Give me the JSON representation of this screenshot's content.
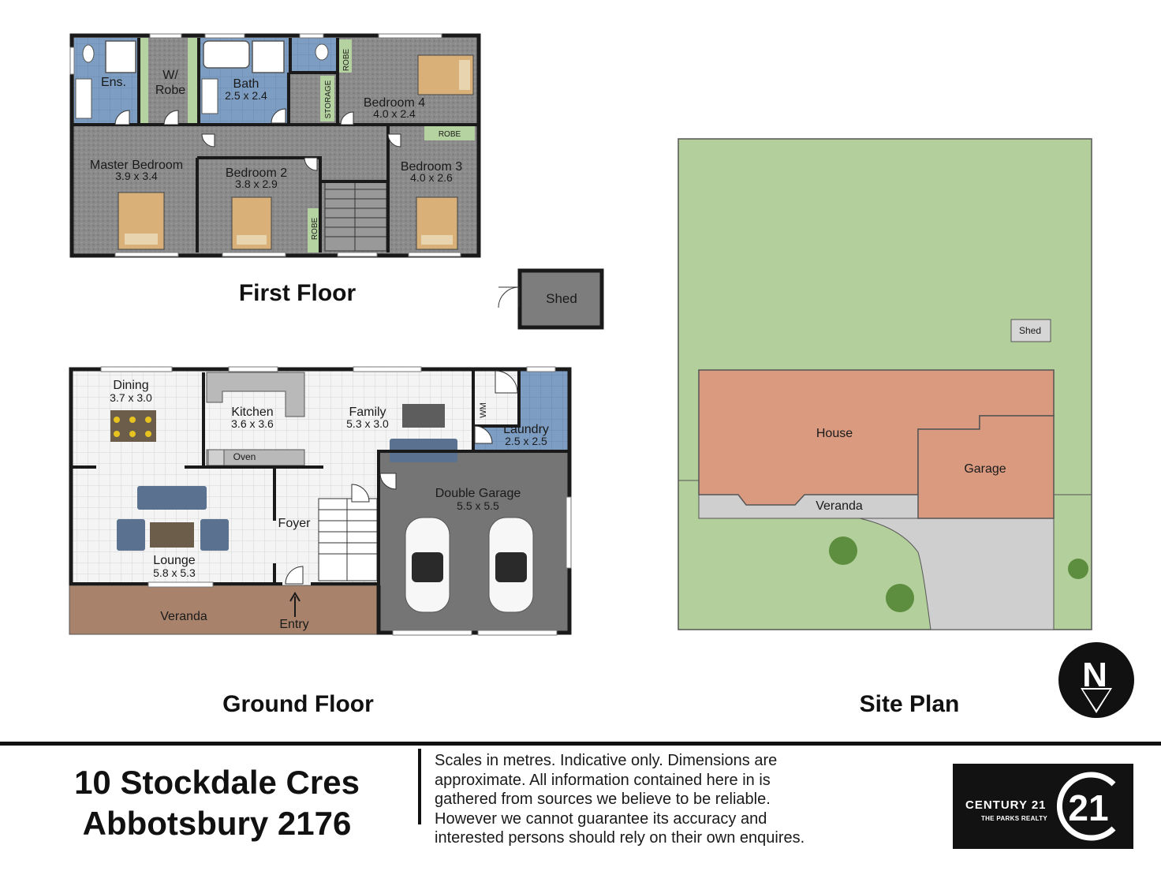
{
  "first_floor": {
    "heading": "First Floor",
    "rooms": {
      "ensuite": {
        "name": "Ens."
      },
      "walk_in_robe": {
        "name_line1": "W/",
        "name_line2": "Robe"
      },
      "bath": {
        "name": "Bath",
        "size": "2.5 x 2.4"
      },
      "bedroom4": {
        "name": "Bedroom 4",
        "size": "4.0 x 2.4"
      },
      "master": {
        "name": "Master Bedroom",
        "size": "3.9 x 3.4"
      },
      "bedroom2": {
        "name": "Bedroom 2",
        "size": "3.8 x 2.9"
      },
      "bedroom3": {
        "name": "Bedroom 3",
        "size": "4.0 x 2.6"
      }
    },
    "labels": {
      "robe": "ROBE",
      "storage": "STORAGE"
    }
  },
  "shed": {
    "label": "Shed"
  },
  "ground_floor": {
    "heading": "Ground Floor",
    "rooms": {
      "dining": {
        "name": "Dining",
        "size": "3.7 x 3.0"
      },
      "kitchen": {
        "name": "Kitchen",
        "size": "3.6 x 3.6"
      },
      "family": {
        "name": "Family",
        "size": "5.3 x 3.0"
      },
      "laundry": {
        "name": "Laundry",
        "size": "2.5 x 2.5"
      },
      "lounge": {
        "name": "Lounge",
        "size": "5.8 x 5.3"
      },
      "foyer": {
        "name": "Foyer"
      },
      "garage": {
        "name": "Double Garage",
        "size": "5.5 x 5.5"
      },
      "veranda": {
        "name": "Veranda"
      }
    },
    "labels": {
      "oven": "Oven",
      "wm": "WM",
      "entry": "Entry"
    }
  },
  "site_plan": {
    "heading": "Site Plan",
    "labels": {
      "shed": "Shed",
      "house": "House",
      "garage": "Garage",
      "veranda": "Veranda"
    },
    "north": "N"
  },
  "address": {
    "line1": "10 Stockdale Cres",
    "line2": "Abbotsbury 2176"
  },
  "disclaimer": "Scales in metres. Indicative only. Dimensions are approximate. All information contained here in is gathered from sources we believe to be reliable. However we cannot guarantee its accuracy and interested persons should rely on their own enquires.",
  "logo": {
    "brand": "CENTURY 21",
    "sub": "THE PARKS REALTY",
    "mark": "21"
  },
  "colors": {
    "wall": "#1a1a1a",
    "carpet": "#8a8a8a",
    "tile_blue": "#7a9bbf",
    "robe_green": "#b5d3a0",
    "lawn": "#b3cf9b",
    "house_terracotta": "#d99a80",
    "driveway": "#cfcfcf",
    "veranda_brown": "#a8826b",
    "garage_floor": "#757575"
  }
}
